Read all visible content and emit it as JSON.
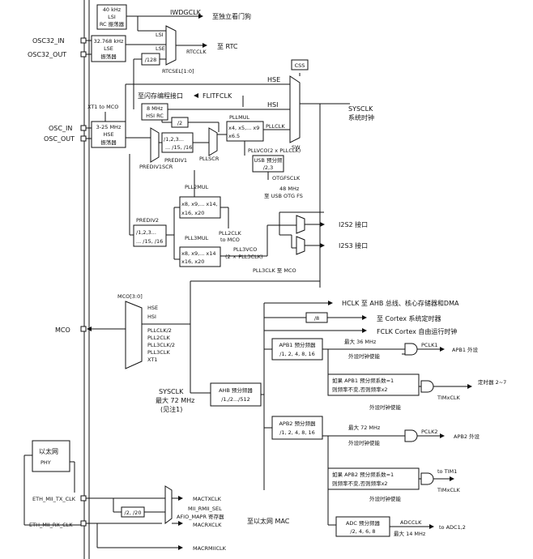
{
  "oscillators": {
    "lsi": [
      "40 kHz",
      "LSI",
      "RC 振荡器"
    ],
    "lse": [
      "32.768 kHz",
      "LSE",
      "振荡器"
    ],
    "hse": [
      "3-25 MHz",
      "HSE",
      "振荡器"
    ],
    "hsi": [
      "8 MHz",
      "HSI RC"
    ]
  },
  "pins": {
    "osc32_in": "OSC32_IN",
    "osc32_out": "OSC32_OUT",
    "osc_in": "OSC_IN",
    "osc_out": "OSC_OUT",
    "mco": "MCO",
    "eth_tx": "ETH_MII_TX_CLK",
    "eth_rx": "ETH_MII_RX_CLK"
  },
  "labels": {
    "iwdgclk": "IWDGCLK",
    "iwdg_dest": "至独立看门狗",
    "lsi_mux": "LSI",
    "lse_mux": "LSE",
    "rtc_dest": "至 RTC",
    "rtcclk": "RTCCLK",
    "div128": "/128",
    "rtcsel": "RTCSEL[1:0]",
    "css": "CSS",
    "hse_line": "HSE",
    "flash_dest": "至闪存编程接口",
    "flitfclk": "FLITFCLK",
    "hsi_line": "HSI",
    "xt1_mco": "XT1 to MCO",
    "div2": "/2",
    "pllmul": "PLLMUL",
    "pllmul_vals": [
      "x4, x5,... x9",
      "x6.5"
    ],
    "pllclk": "PLLCLK",
    "sw": "SW",
    "sysclk_line": "SYSCLK",
    "sysclk_cn": "系统时钟",
    "prediv1_vals": [
      "/1,2,3...",
      "... /15, /16"
    ],
    "prediv1": "PREDIV1",
    "prediv1scr": "PREDIV1SCR",
    "pllscr": "PLLSCR",
    "pllvco": "PLLVCO(2 x PLLCLK)",
    "usb_div": [
      "USB 预分频",
      "/2,3"
    ],
    "otgfsclk": "OTGFSCLK",
    "otg_dest": [
      "48 MHz",
      "至 USB OTG FS"
    ],
    "pll2mul": "PLL2MUL",
    "pll2_vals": [
      "x8, x9,... x14,",
      "x16, x20"
    ],
    "pll2clk": [
      "PLL2CLK",
      "to MCO"
    ],
    "prediv2": "PREDIV2",
    "prediv2_vals": [
      "/1,2,3...",
      "... /15, /16"
    ],
    "pll3mul": "PLL3MUL",
    "pll3_vals": [
      "x8, x9,... x14",
      "x16, x20"
    ],
    "pll3vco": [
      "PLL3VCO",
      "(2 × PLL3CLK)"
    ],
    "pll3clk_mco": "PLL3CLK 至 MCO",
    "i2s2": "I2S2 接口",
    "i2s3": "I2S3 接口",
    "mco_sel": "MCO[3:0]",
    "mco_inputs": [
      "HSE",
      "HSI",
      "PLLCLK/2",
      "PLL2CLK",
      "PLL3CLK/2",
      "PLL3CLK",
      "XT1"
    ],
    "hclk": "HCLK 至 AHB 总线、核心存储器和DMA",
    "div8": "/8",
    "cortex_timer": "至 Cortex 系统定时器",
    "fclk": "FCLK Cortex 自由运行时钟",
    "sysclk_main": [
      "SYSCLK",
      "最大 72 MHz",
      "(见注1)"
    ],
    "ahb": [
      "AHB 预分频器",
      "/1,/2.../512"
    ],
    "apb1": [
      "APB1 预分频器",
      "/1, 2, 4, 8, 16"
    ],
    "apb1_max": "最大 36 MHz",
    "pclk1": "PCLK1",
    "apb1_dest": "APB1 外设",
    "periph_en": "外设时钟使能",
    "apb1_note": [
      "如果 APB1 预分频系数=1",
      "则频率不变,否则频率x2"
    ],
    "timer27": "定时器 2~7",
    "timxclk": "TIMxCLK",
    "apb2": [
      "APB2 预分频器",
      "/1, 2, 4, 8, 16"
    ],
    "apb2_max": "最大 72 MHz",
    "pclk2": "PCLK2",
    "apb2_dest": "APB2 外设",
    "apb2_note": [
      "如果 APB2 预分频系数=1",
      "则频率不变,否则频率x2"
    ],
    "tim1": "to TIM1",
    "adc": [
      "ADC 预分频器",
      "/2, 4, 6, 8"
    ],
    "adcclk": "ADCCLK",
    "adc_max": "最大 14 MHz",
    "adc_dest": "to ADC1,2",
    "phy": [
      "以太网",
      "PHY"
    ],
    "mactxclk": "MACTXCLK",
    "mii_rmii": "MII_RMII_SEL",
    "afio": "AFIO_MAPR 寄存器",
    "div2_20": "/2, /20",
    "macrxclk": "MACRXCLK",
    "eth_mac": "至以太网 MAC",
    "macrmiiclk": "MACRMIICLK"
  }
}
